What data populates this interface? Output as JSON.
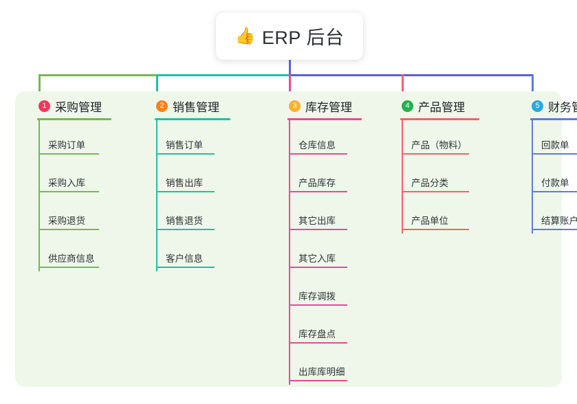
{
  "diagram": {
    "type": "mind-map",
    "root": {
      "emoji": "👍",
      "emoji_name": "thumbs-up-emoji",
      "label": "ERP 后台"
    },
    "panel_color": "#eef7e9",
    "page_background": "#ffffff",
    "branches": [
      {
        "number": "1",
        "label": "采购管理",
        "badge_color": "#f5365c",
        "line_color": "#76b852",
        "items": [
          {
            "label": "采购订单"
          },
          {
            "label": "采购入库"
          },
          {
            "label": "采购退货"
          },
          {
            "label": "供应商信息"
          }
        ]
      },
      {
        "number": "2",
        "label": "销售管理",
        "badge_color": "#f5821f",
        "line_color": "#1fbfa8",
        "items": [
          {
            "label": "销售订单"
          },
          {
            "label": "销售出库"
          },
          {
            "label": "销售退货"
          },
          {
            "label": "客户信息"
          }
        ]
      },
      {
        "number": "3",
        "label": "库存管理",
        "badge_color": "#fbb034",
        "line_color": "#ec4899",
        "items": [
          {
            "label": "仓库信息"
          },
          {
            "label": "产品库存"
          },
          {
            "label": "其它出库"
          },
          {
            "label": "其它入库"
          },
          {
            "label": "库存调拨"
          },
          {
            "label": "库存盘点"
          },
          {
            "label": "出库库明细"
          }
        ]
      },
      {
        "number": "4",
        "label": "产品管理",
        "badge_color": "#22b14c",
        "line_color": "#f4626a",
        "items": [
          {
            "label": "产品（物料）"
          },
          {
            "label": "产品分类"
          },
          {
            "label": "产品单位"
          }
        ]
      },
      {
        "number": "5",
        "label": "财务管理",
        "badge_color": "#29a8e0",
        "line_color": "#5b7fd4",
        "items": [
          {
            "label": "回款单"
          },
          {
            "label": "付款单"
          },
          {
            "label": "结算账户"
          }
        ]
      }
    ],
    "connectors": {
      "root_stem_color": "#5b5fd4",
      "bus_segments": [
        {
          "color": "#76b852"
        },
        {
          "color": "#1fbfa8"
        },
        {
          "color": "#5b5fd4"
        }
      ],
      "drop_colors": [
        "#76b852",
        "#1fbfa8",
        "#ec4899",
        "#f4626a",
        "#5b7fd4"
      ]
    }
  }
}
